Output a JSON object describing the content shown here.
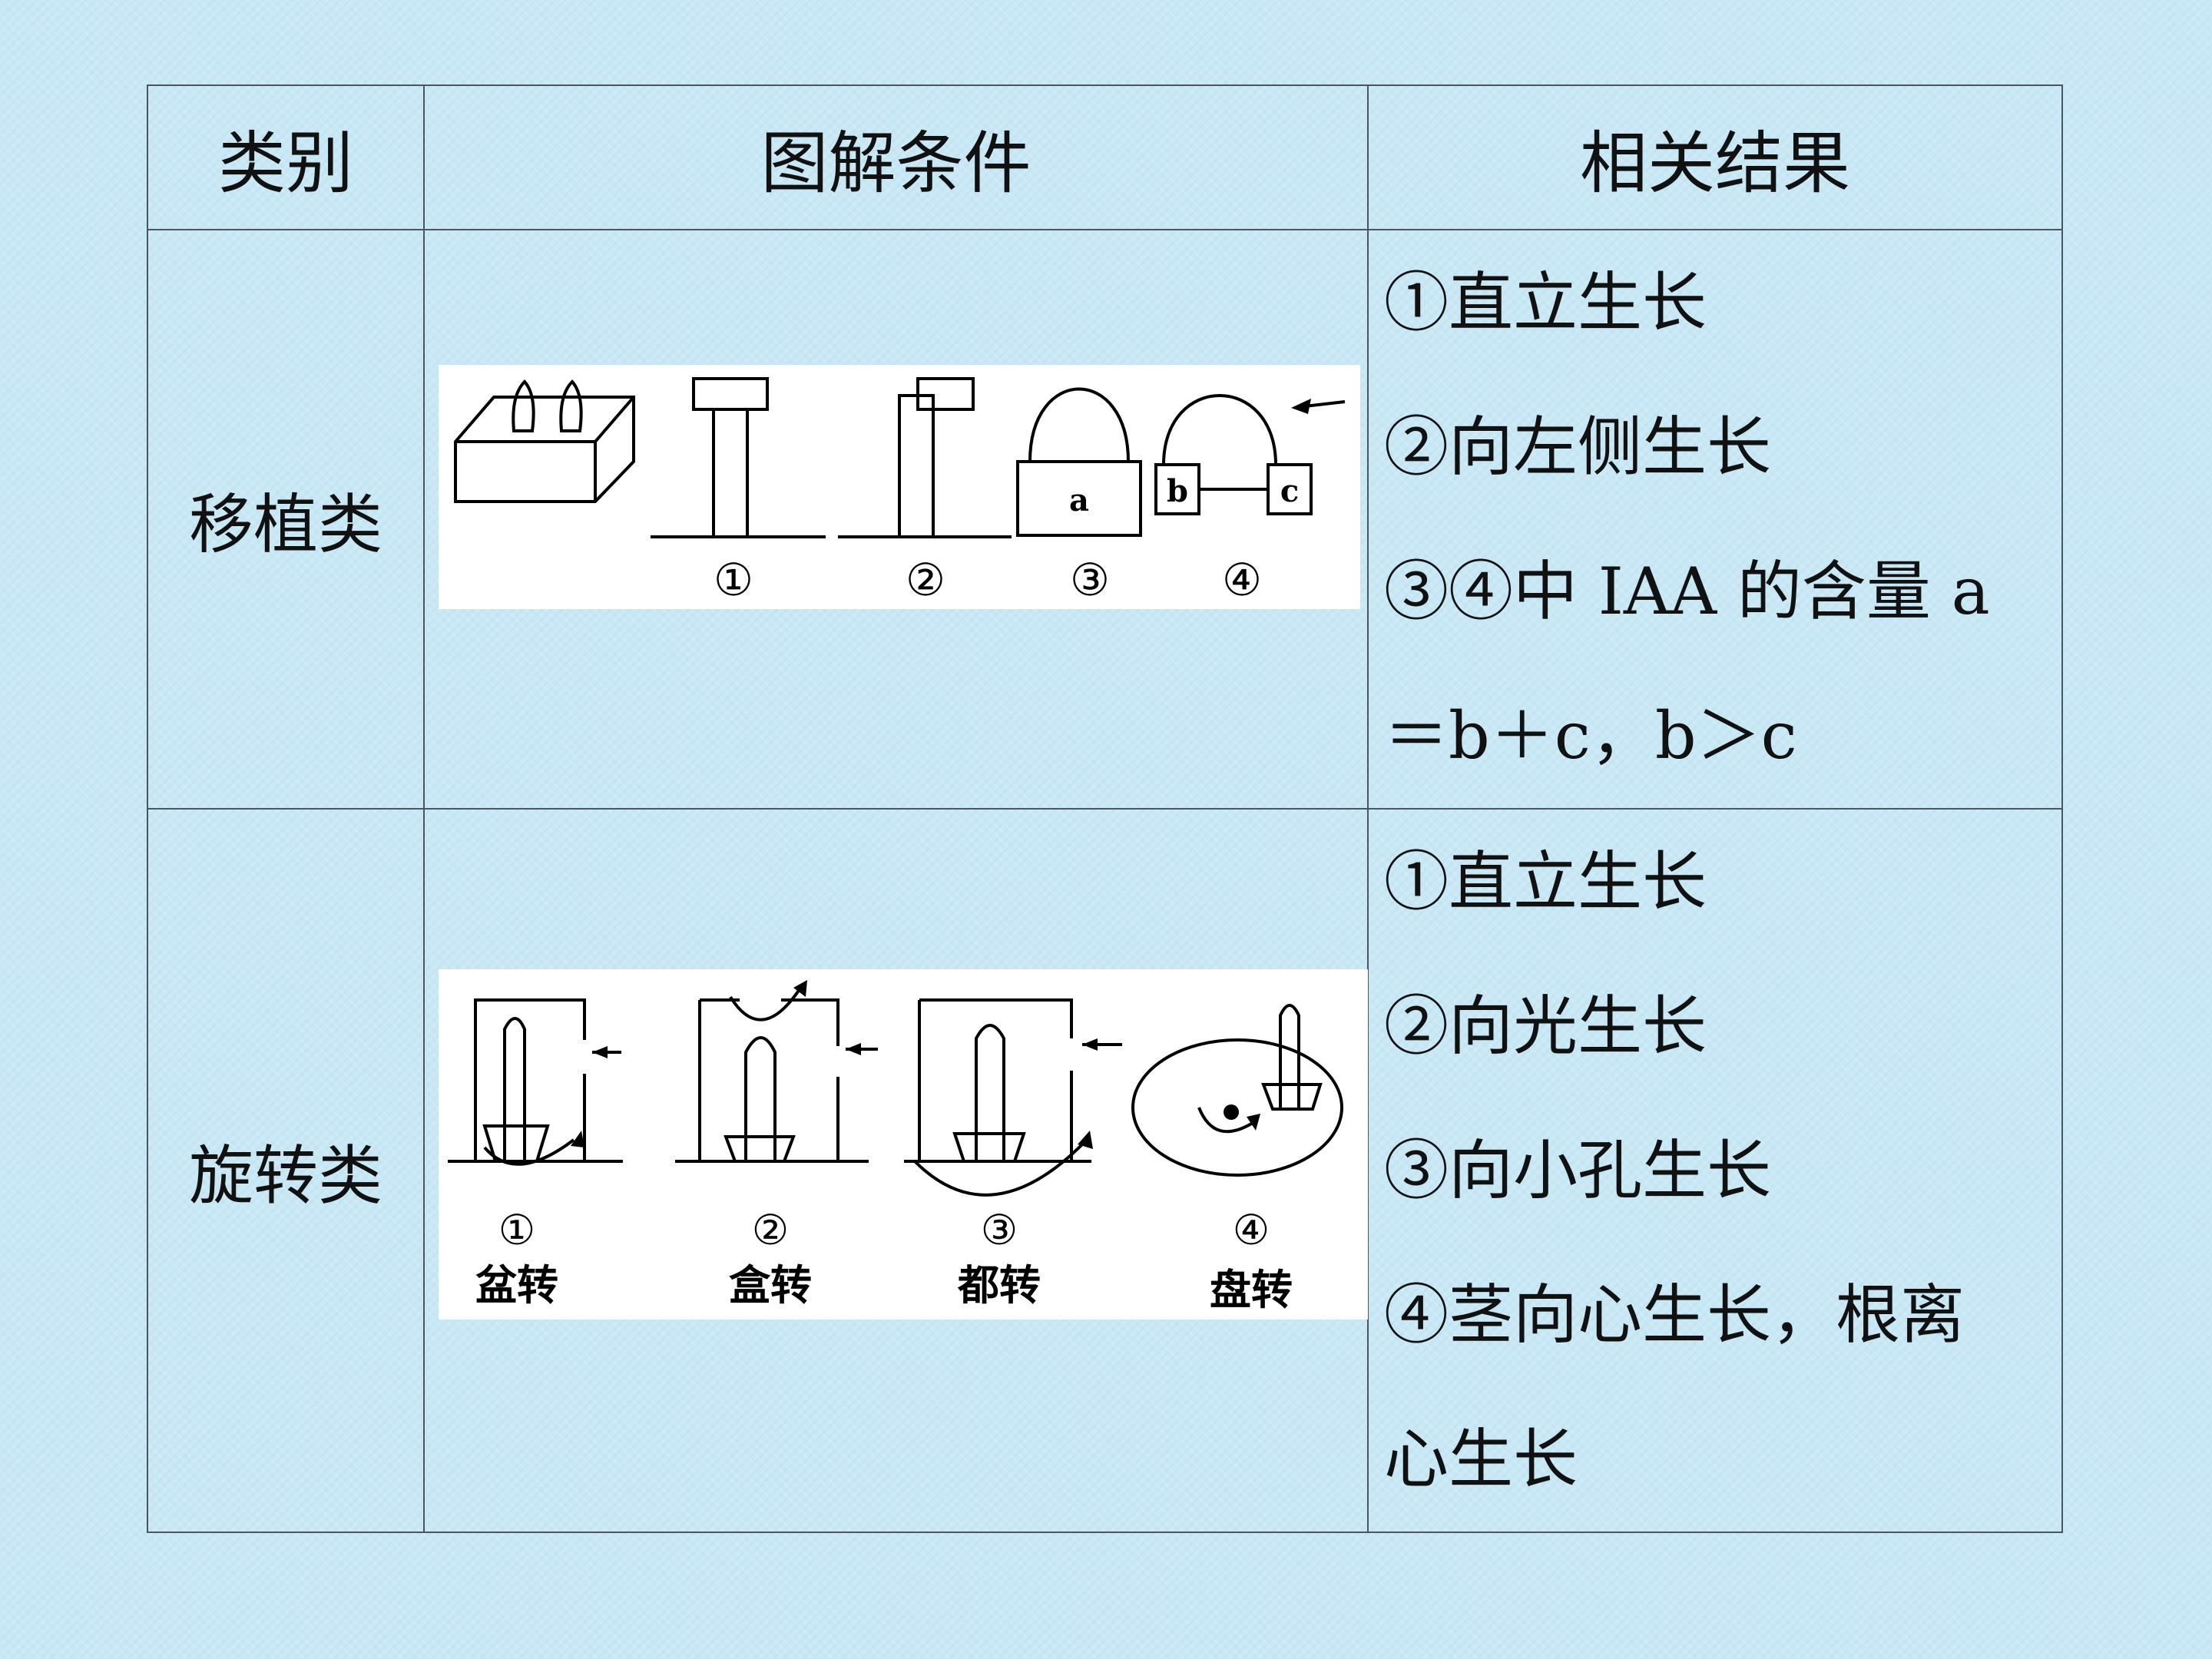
{
  "header": {
    "category": "类别",
    "diagram": "图解条件",
    "result": "相关结果"
  },
  "rows": [
    {
      "category": "移植类",
      "diagram_labels": {
        "n1": "①",
        "n2": "②",
        "n3": "③",
        "n4": "④",
        "a": "a",
        "b": "b",
        "c": "c"
      },
      "results": [
        "①直立生长",
        "②向左侧生长",
        "③④中 IAA 的含量 a",
        "＝b＋c，b＞c"
      ]
    },
    {
      "category": "旋转类",
      "diagram_labels": {
        "n1": "①",
        "n2": "②",
        "n3": "③",
        "n4": "④",
        "t1": "盆转",
        "t2": "盒转",
        "t3": "都转",
        "t4": "盘转"
      },
      "results": [
        "①直立生长",
        "②向光生长",
        "③向小孔生长",
        "④茎向心生长，根离",
        "心生长"
      ]
    }
  ]
}
